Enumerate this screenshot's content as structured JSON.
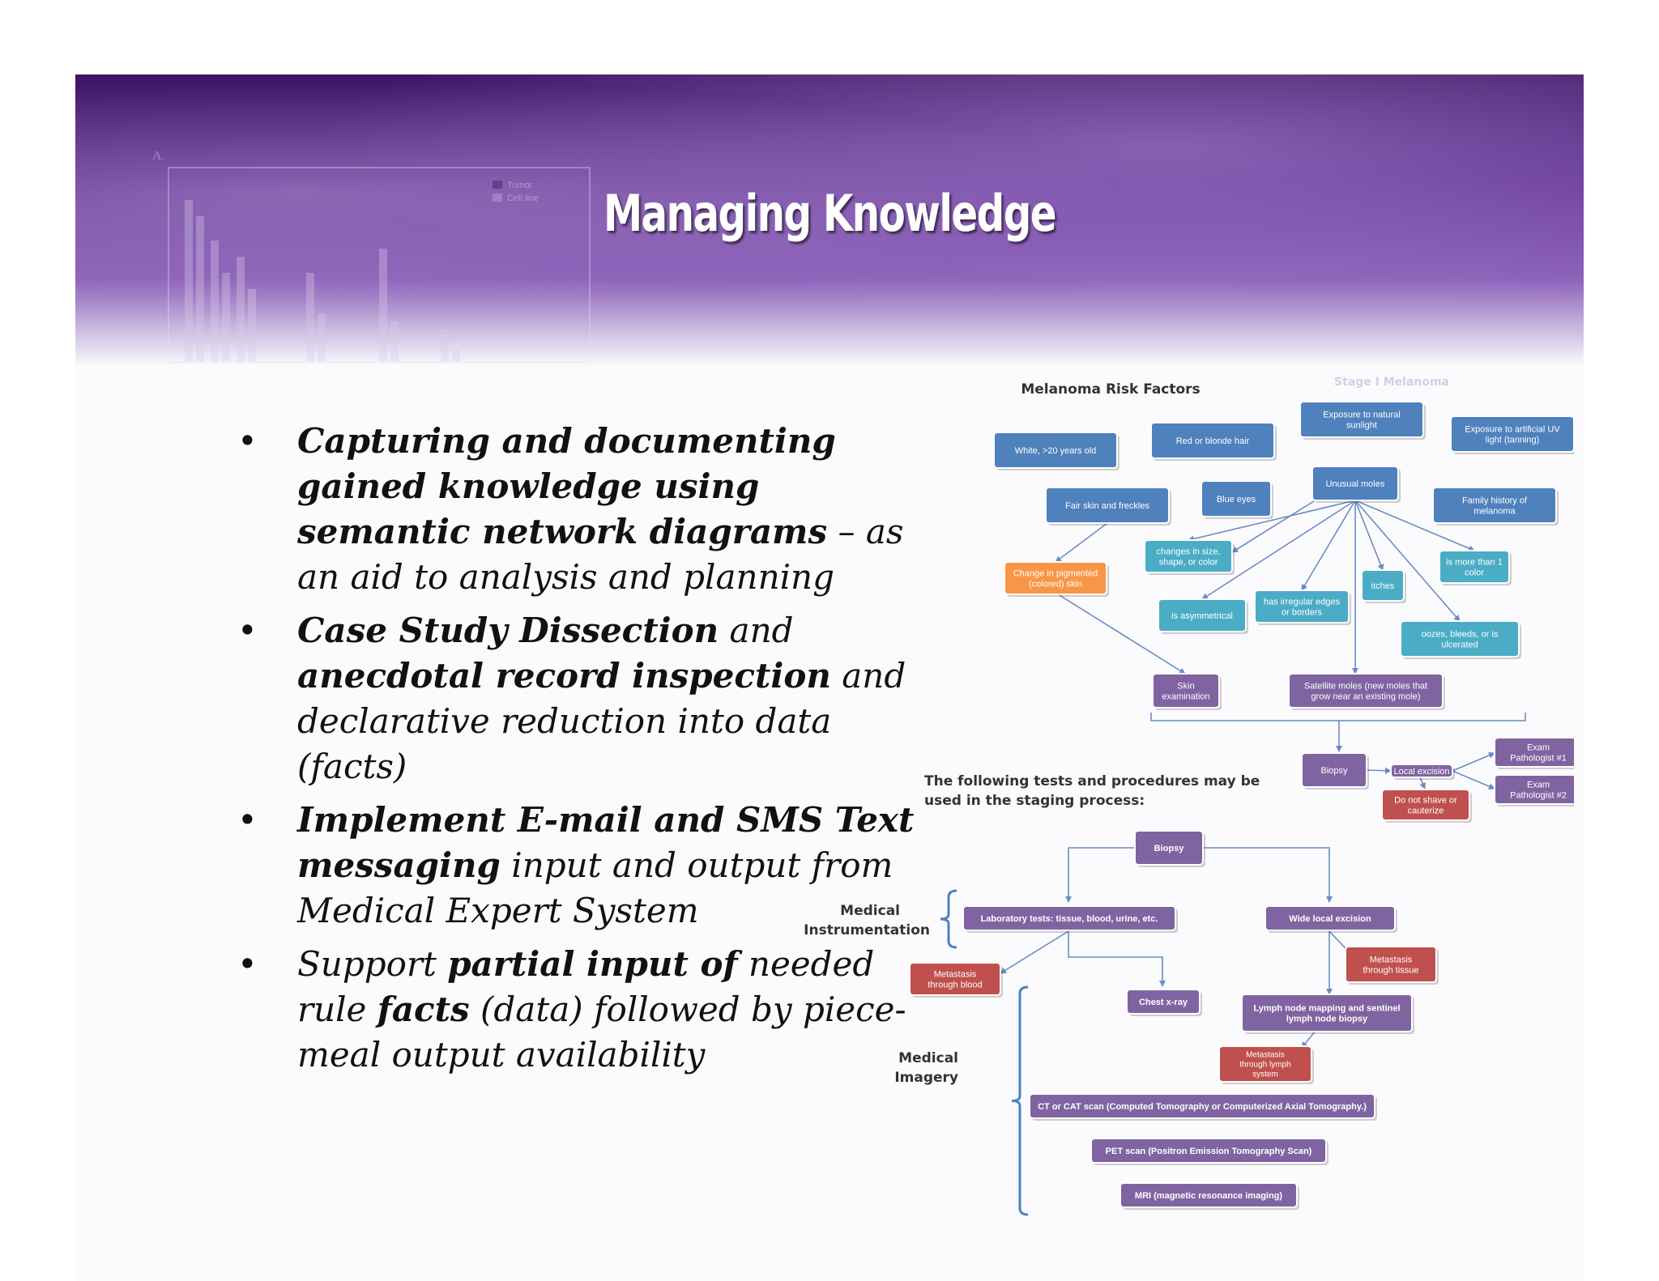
{
  "slide": {
    "title": "Managing Knowledge",
    "bullets": [
      {
        "parts": [
          {
            "text": "Capturing and documenting gained knowledge using semantic network diagrams",
            "bold": true
          },
          {
            "text": " – as an aid to analysis and planning",
            "bold": false
          }
        ]
      },
      {
        "parts": [
          {
            "text": "Case Study Dissection",
            "bold": true
          },
          {
            "text": " and ",
            "bold": false
          },
          {
            "text": "anecdotal record inspection",
            "bold": true
          },
          {
            "text": " and declarative reduction into data (facts)",
            "bold": false
          }
        ]
      },
      {
        "parts": [
          {
            "text": "Implement E-mail and SMS Text messaging",
            "bold": true
          },
          {
            "text": " input and output from Medical Expert System",
            "bold": false
          }
        ]
      },
      {
        "parts": [
          {
            "text": "Support ",
            "bold": false
          },
          {
            "text": "partial input of",
            "bold": true
          },
          {
            "text": " needed rule ",
            "bold": false
          },
          {
            "text": "facts",
            "bold": true
          },
          {
            "text": " (data) followed by piece-meal output availability",
            "bold": false
          }
        ]
      }
    ]
  },
  "background_chart": {
    "panel_label": "A.",
    "legend": [
      "Tumor",
      "Cell line"
    ]
  },
  "diagram": {
    "risk_title": "Melanoma Risk Factors",
    "faded_title": "Stage I Melanoma",
    "staging_intro_line1": "The following tests and procedures may be",
    "staging_intro_line2": "used in the staging process:",
    "group_instrumentation_1": "Medical",
    "group_instrumentation_2": "Instrumentation",
    "group_imagery_1": "Medical",
    "group_imagery_2": "Imagery",
    "nodes": {
      "white": [
        "White, >20 years old"
      ],
      "hair": [
        "Red or blonde hair"
      ],
      "sunlight": [
        "Exposure to natural",
        "sunlight"
      ],
      "uv": [
        "Exposure to artificial UV",
        "light (tanning)"
      ],
      "fair": [
        "Fair skin and freckles"
      ],
      "blue_eyes": [
        "Blue eyes"
      ],
      "unusual": [
        "Unusual moles"
      ],
      "family": [
        "Family history of",
        "melanoma"
      ],
      "pigmented": [
        "Change in pigmented",
        "(colored) skin"
      ],
      "changes": [
        "changes in size,",
        "shape, or color"
      ],
      "asym": [
        "is asymmetrical"
      ],
      "irregular": [
        "has irregular edges",
        "or borders"
      ],
      "itches": [
        "itches"
      ],
      "more_color": [
        "is more than 1",
        "color"
      ],
      "oozes": [
        "oozes, bleeds, or is",
        "ulcerated"
      ],
      "skin_exam": [
        "Skin",
        "examination"
      ],
      "satellite": [
        "Satellite moles (new moles that",
        "grow near an existing mole)"
      ],
      "biopsy1": [
        "Biopsy"
      ],
      "local": [
        "Local excision"
      ],
      "shave": [
        "Do not shave or",
        "cauterize"
      ],
      "path1": [
        "Exam",
        "Pathologist #1"
      ],
      "path2": [
        "Exam",
        "Pathologist #2"
      ],
      "biopsy2": [
        "Biopsy"
      ],
      "lab": [
        "Laboratory tests: tissue, blood, urine,  etc."
      ],
      "wide": [
        "Wide local excision"
      ],
      "meta_blood": [
        "Metastasis",
        "through blood"
      ],
      "meta_tissue": [
        "Metastasis",
        "through tissue"
      ],
      "chest": [
        "Chest x-ray"
      ],
      "lymph": [
        "Lymph node mapping and sentinel",
        "lymph node biopsy"
      ],
      "meta_lymph": [
        "Metastasis",
        "through lymph",
        "system"
      ],
      "ct": [
        "CT or CAT scan (Computed Tomography or Computerized Axial Tomography.)"
      ],
      "pet": [
        "PET scan (Positron Emission Tomography Scan)"
      ],
      "mri": [
        "MRI (magnetic resonance imaging)"
      ]
    },
    "colors": {
      "blue": "#4f81bd",
      "orange": "#f79646",
      "teal": "#4bacc6",
      "purple": "#8064a2",
      "green": "#9bbb59",
      "red": "#c0504d",
      "line": "#6b8cc4"
    }
  }
}
